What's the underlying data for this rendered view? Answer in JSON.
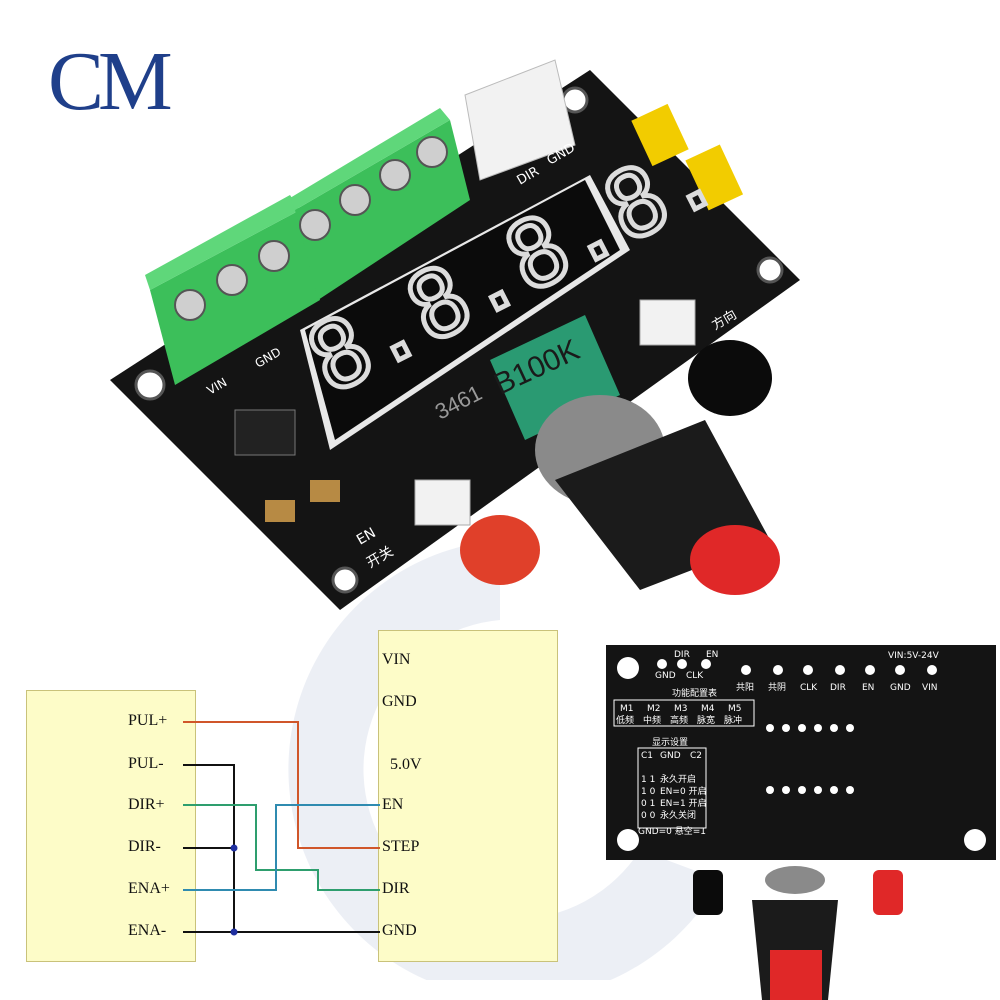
{
  "logo": {
    "text": "CM"
  },
  "board_top": {
    "digits": "8.8.8.8.",
    "pot_label": "B100K",
    "chip_text": "3461",
    "silk": {
      "en": "EN",
      "en_cn": "开关",
      "dir": "DIR",
      "gnd": "GND",
      "vin": "VIN",
      "right_cn": "方向"
    }
  },
  "diagram": {
    "left_labels": [
      "PUL+",
      "PUL-",
      "DIR+",
      "DIR-",
      "ENA+",
      "ENA-"
    ],
    "right_labels": [
      "VIN",
      "GND",
      "5.0V",
      "EN",
      "STEP",
      "DIR",
      "GND"
    ]
  },
  "board_bottom": {
    "top_labels": {
      "dir": "DIR",
      "en": "EN",
      "gnd": "GND",
      "clk": "CLK",
      "vin_range": "VIN:5V-24V"
    },
    "pin_labels": [
      "共阳",
      "共阴",
      "CLK",
      "DIR",
      "EN",
      "GND",
      "VIN"
    ],
    "func_title": "功能配置表",
    "modes": [
      "M1",
      "M2",
      "M3",
      "M4",
      "M5"
    ],
    "mode_desc": [
      "低频",
      "中频",
      "高频",
      "脉宽",
      "脉冲"
    ],
    "display_title": "显示设置",
    "c_labels": [
      "C1",
      "GND",
      "C2"
    ],
    "rows": [
      {
        "bits": "1 1",
        "desc": "永久开启"
      },
      {
        "bits": "1 0",
        "desc": "EN=0 开启"
      },
      {
        "bits": "0 1",
        "desc": "EN=1 开启"
      },
      {
        "bits": "0 0",
        "desc": "永久关闭"
      }
    ],
    "footnote": "GND=0 悬空=1"
  },
  "colors": {
    "wire_orange": "#d0562a",
    "wire_black": "#111111",
    "wire_green": "#2e9e6e",
    "wire_teal": "#2f8bb0",
    "panel_fill": "#fdfcc8",
    "pcb": "#141414",
    "terminal_green": "#3cbf5a",
    "logo_blue": "#1f3f8a"
  }
}
